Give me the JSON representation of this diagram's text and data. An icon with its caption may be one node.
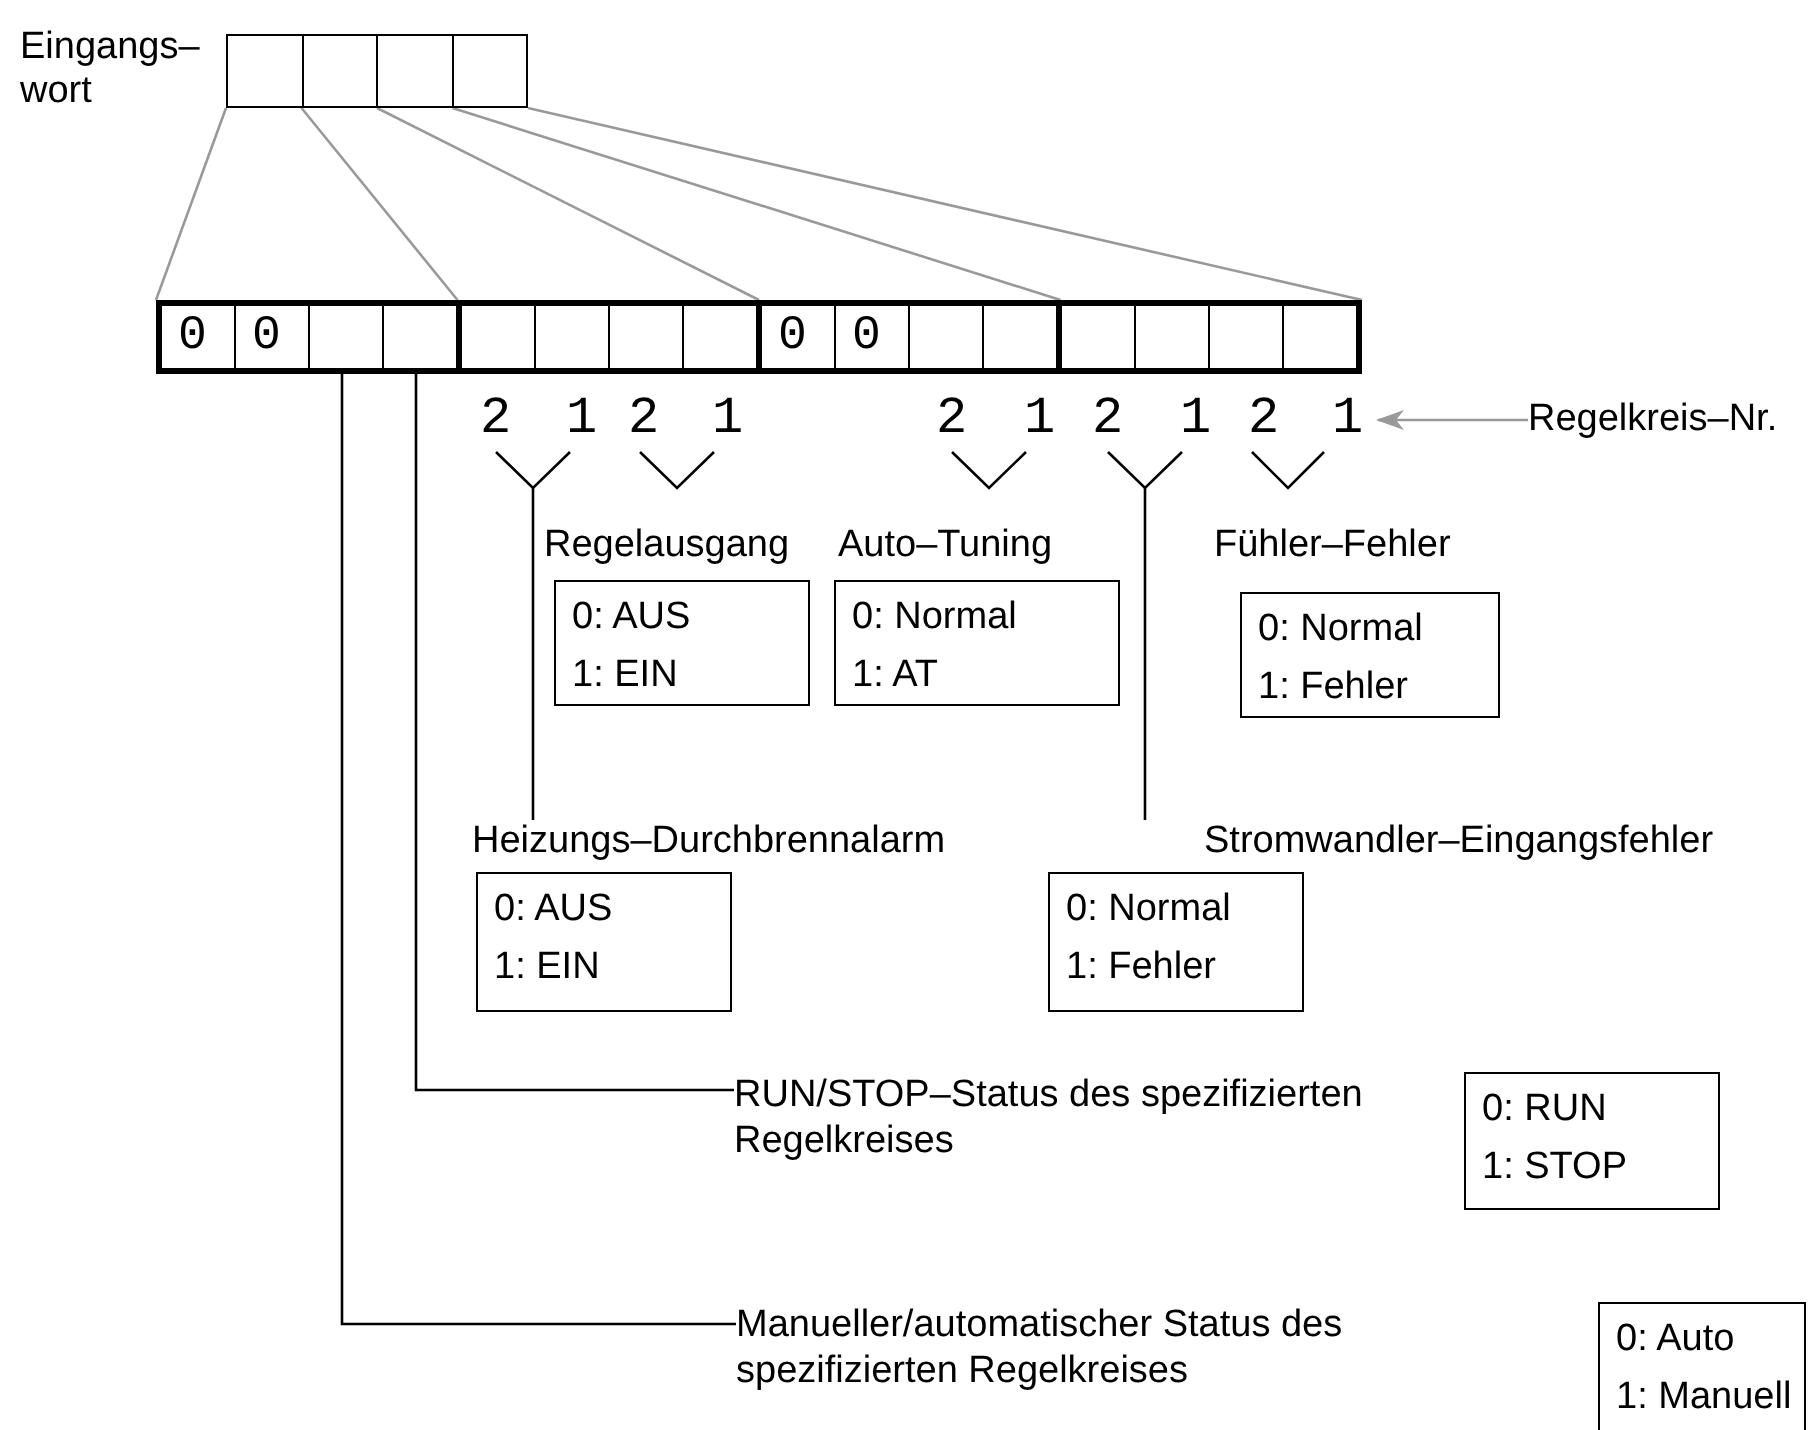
{
  "diagram": {
    "nodes": [
      {
        "text": [],
        "shape": "box",
        "beside": [
          "Eingangs– wort"
        ]
      },
      {
        "text": [
          "0",
          "0",
          "0",
          "0"
        ]
      },
      {
        "text": [
          "Regelkreis–Nr."
        ]
      },
      {
        "text": [
          "Regelausgang",
          "0: AUS",
          "1: EIN"
        ]
      },
      {
        "text": [
          "Auto–Tuning",
          "0: Normal",
          "1: AT"
        ]
      },
      {
        "text": [
          "Fühler–Fehler",
          "0: Normal",
          "1: Fehler"
        ]
      },
      {
        "text": [
          "Heizungs–Durchbrennalarm",
          "0: AUS",
          "1: EIN"
        ]
      },
      {
        "text": [
          "Stromwandler–Eingangsfehler",
          "0: Normal",
          "1: Fehler"
        ]
      },
      {
        "text": [
          "RUN/STOP–Status des spezifizierten Regelkreises"
        ]
      },
      {
        "text": [
          "0: RUN",
          "1: STOP"
        ]
      },
      {
        "text": [
          "Manueller/automatischer Status des spezifizierten Regelkreises"
        ]
      },
      {
        "text": [
          "0: Auto",
          "1: Manuell"
        ]
      },
      {
        "text": [],
        "shape": "bracket"
      },
      {
        "text": [],
        "shape": "bracket"
      },
      {
        "text": [],
        "shape": "bracket"
      },
      {
        "text": [],
        "shape": "bracket"
      },
      {
        "text": [],
        "shape": "bracket"
      }
    ],
    "edges": [
      {
        "from": 0,
        "to": 1,
        "arrow": "none",
        "color": "#999999"
      },
      {
        "from": 2,
        "to": 1,
        "arrow": "to",
        "color": "#999999"
      },
      {
        "from": 12,
        "to": 6,
        "arrow": "none"
      },
      {
        "from": 15,
        "to": 7,
        "arrow": "none"
      },
      {
        "from": 1,
        "to": 8,
        "arrow": "none"
      },
      {
        "from": 1,
        "to": 10,
        "arrow": "none"
      }
    ],
    "labels": [
      "2",
      "1",
      "2",
      "1",
      "2",
      "1",
      "2",
      "1",
      "2",
      "1"
    ]
  }
}
